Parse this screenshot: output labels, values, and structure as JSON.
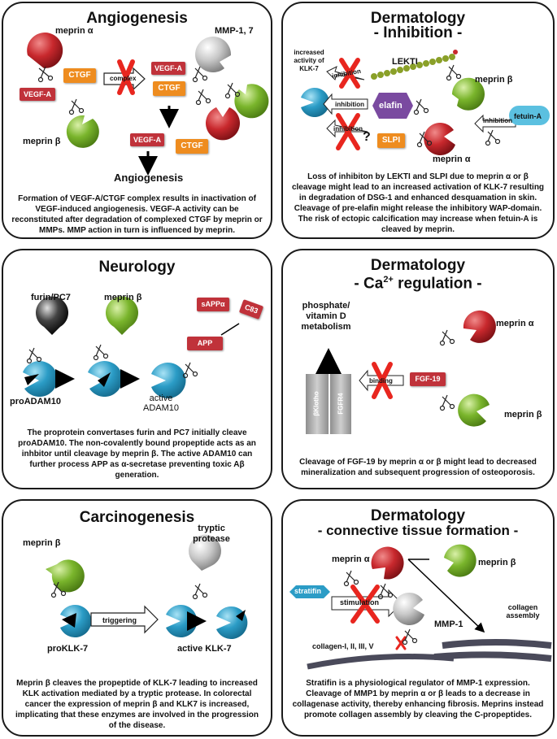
{
  "panels": {
    "angiogenesis": {
      "title": "Angiogenesis",
      "meprin_a": "meprin α",
      "meprin_b": "meprin β",
      "mmp": "MMP-1, 7",
      "ctgf1": "CTGF",
      "ctgf2": "CTGF",
      "ctgf3": "CTGF",
      "vegfa1": "VEGF-A",
      "vegfa2": "VEGF-A",
      "vegfa3": "VEGF-A",
      "complex": "complex",
      "outcome": "Angiogenesis",
      "caption": "Formation of VEGF-A/CTGF complex results in inactivation of VEGF-induced angiogenesis. VEGF-A activity can be reconstituted after degradation of complexed CTGF by meprin or MMPs. MMP action in turn is influenced by meprin."
    },
    "derm_inhibition": {
      "title": "Dermatology",
      "subtitle": "- Inhibition -",
      "klk_note": "increased activity of KLK-7",
      "lekti": "LEKTI",
      "inhibition1": "inhibition",
      "inhibition2": "inhibition",
      "inhibition3": "inhibition",
      "inhibition4": "inhibition",
      "elafin": "elafin",
      "slpi": "SLPI",
      "question": "?",
      "meprin_b": "meprin β",
      "meprin_a": "meprin α",
      "fetuin": "fetuin-A",
      "caption": "Loss of inhibiton by LEKTI and SLPI due to meprin α or β cleavage might lead to an increased activation of KLK-7 resulting in degradation of DSG-1 and enhanced desquamation in skin. Cleavage of pre-elafin might release the inhibitory WAP-domain. The risk of ectopic calcification may increase when fetuin-A is cleaved by meprin."
    },
    "neurology": {
      "title": "Neurology",
      "furin": "furin/PC7",
      "meprin_b": "meprin β",
      "sappa": "sAPPα",
      "c83": "C83",
      "app": "APP",
      "pro": "proADAM10",
      "active": "active ADAM10",
      "caption": "The proprotein convertases furin and PC7 initially cleave proADAM10. The non-covalently bound propeptide acts as an inhbitor until cleavage by meprin β. The active ADAM10 can further process APP as α-secretase preventing toxic Aβ generation."
    },
    "derm_ca": {
      "title": "Dermatology",
      "subtitle_pre": "- Ca",
      "subtitle_sup": "2+",
      "subtitle_post": " regulation -",
      "phosphate": "phosphate/ vitamin D metabolism",
      "binding": "binding",
      "fgf19": "FGF-19",
      "bklotho": "βKlotho",
      "fgfr4": "FGFR4",
      "meprin_a": "meprin α",
      "meprin_b": "meprin β",
      "caption": "Cleavage of FGF-19 by meprin α or β might lead to decreased mineralization and subsequent progression of osteoporosis."
    },
    "carcinogenesis": {
      "title": "Carcinogenesis",
      "meprin_b": "meprin β",
      "tryptic": "tryptic protease",
      "triggering": "triggering",
      "proklk": "proKLK-7",
      "active": "active KLK-7",
      "caption": "Meprin β cleaves the propeptide of KLK-7 leading to increased KLK activation mediated by a tryptic protease. In colorectal cancer the expression of meprin β and KLK7 is increased, implicating that these enzymes are involved in the progression of the disease."
    },
    "derm_ct": {
      "title": "Dermatology",
      "subtitle": "- connective tissue formation -",
      "meprin_a": "meprin α",
      "meprin_b": "meprin β",
      "stratifin": "stratifin",
      "stimulation": "stimulation",
      "mmp1": "MMP-1",
      "collagen_assembly": "collagen assembly",
      "collagens": "collagen-I, II, III, V",
      "caption": "Stratifin is a physiological regulator of MMP-1 expression. Cleavage of MMP1 by meprin α or β leads to a decrease in collagenase activity, thereby enhancing fibrosis. Meprins instead promote collagen assembly by cleaving the C-propeptides."
    }
  },
  "colors": {
    "meprin_a": "#c8282d",
    "meprin_b": "#7ab52c",
    "adam": "#2b9cc6",
    "mmp": "#bdbdbd",
    "ctgf": "#ee8c1f",
    "vegf": "#c0323a",
    "cross": "#e8261f"
  }
}
